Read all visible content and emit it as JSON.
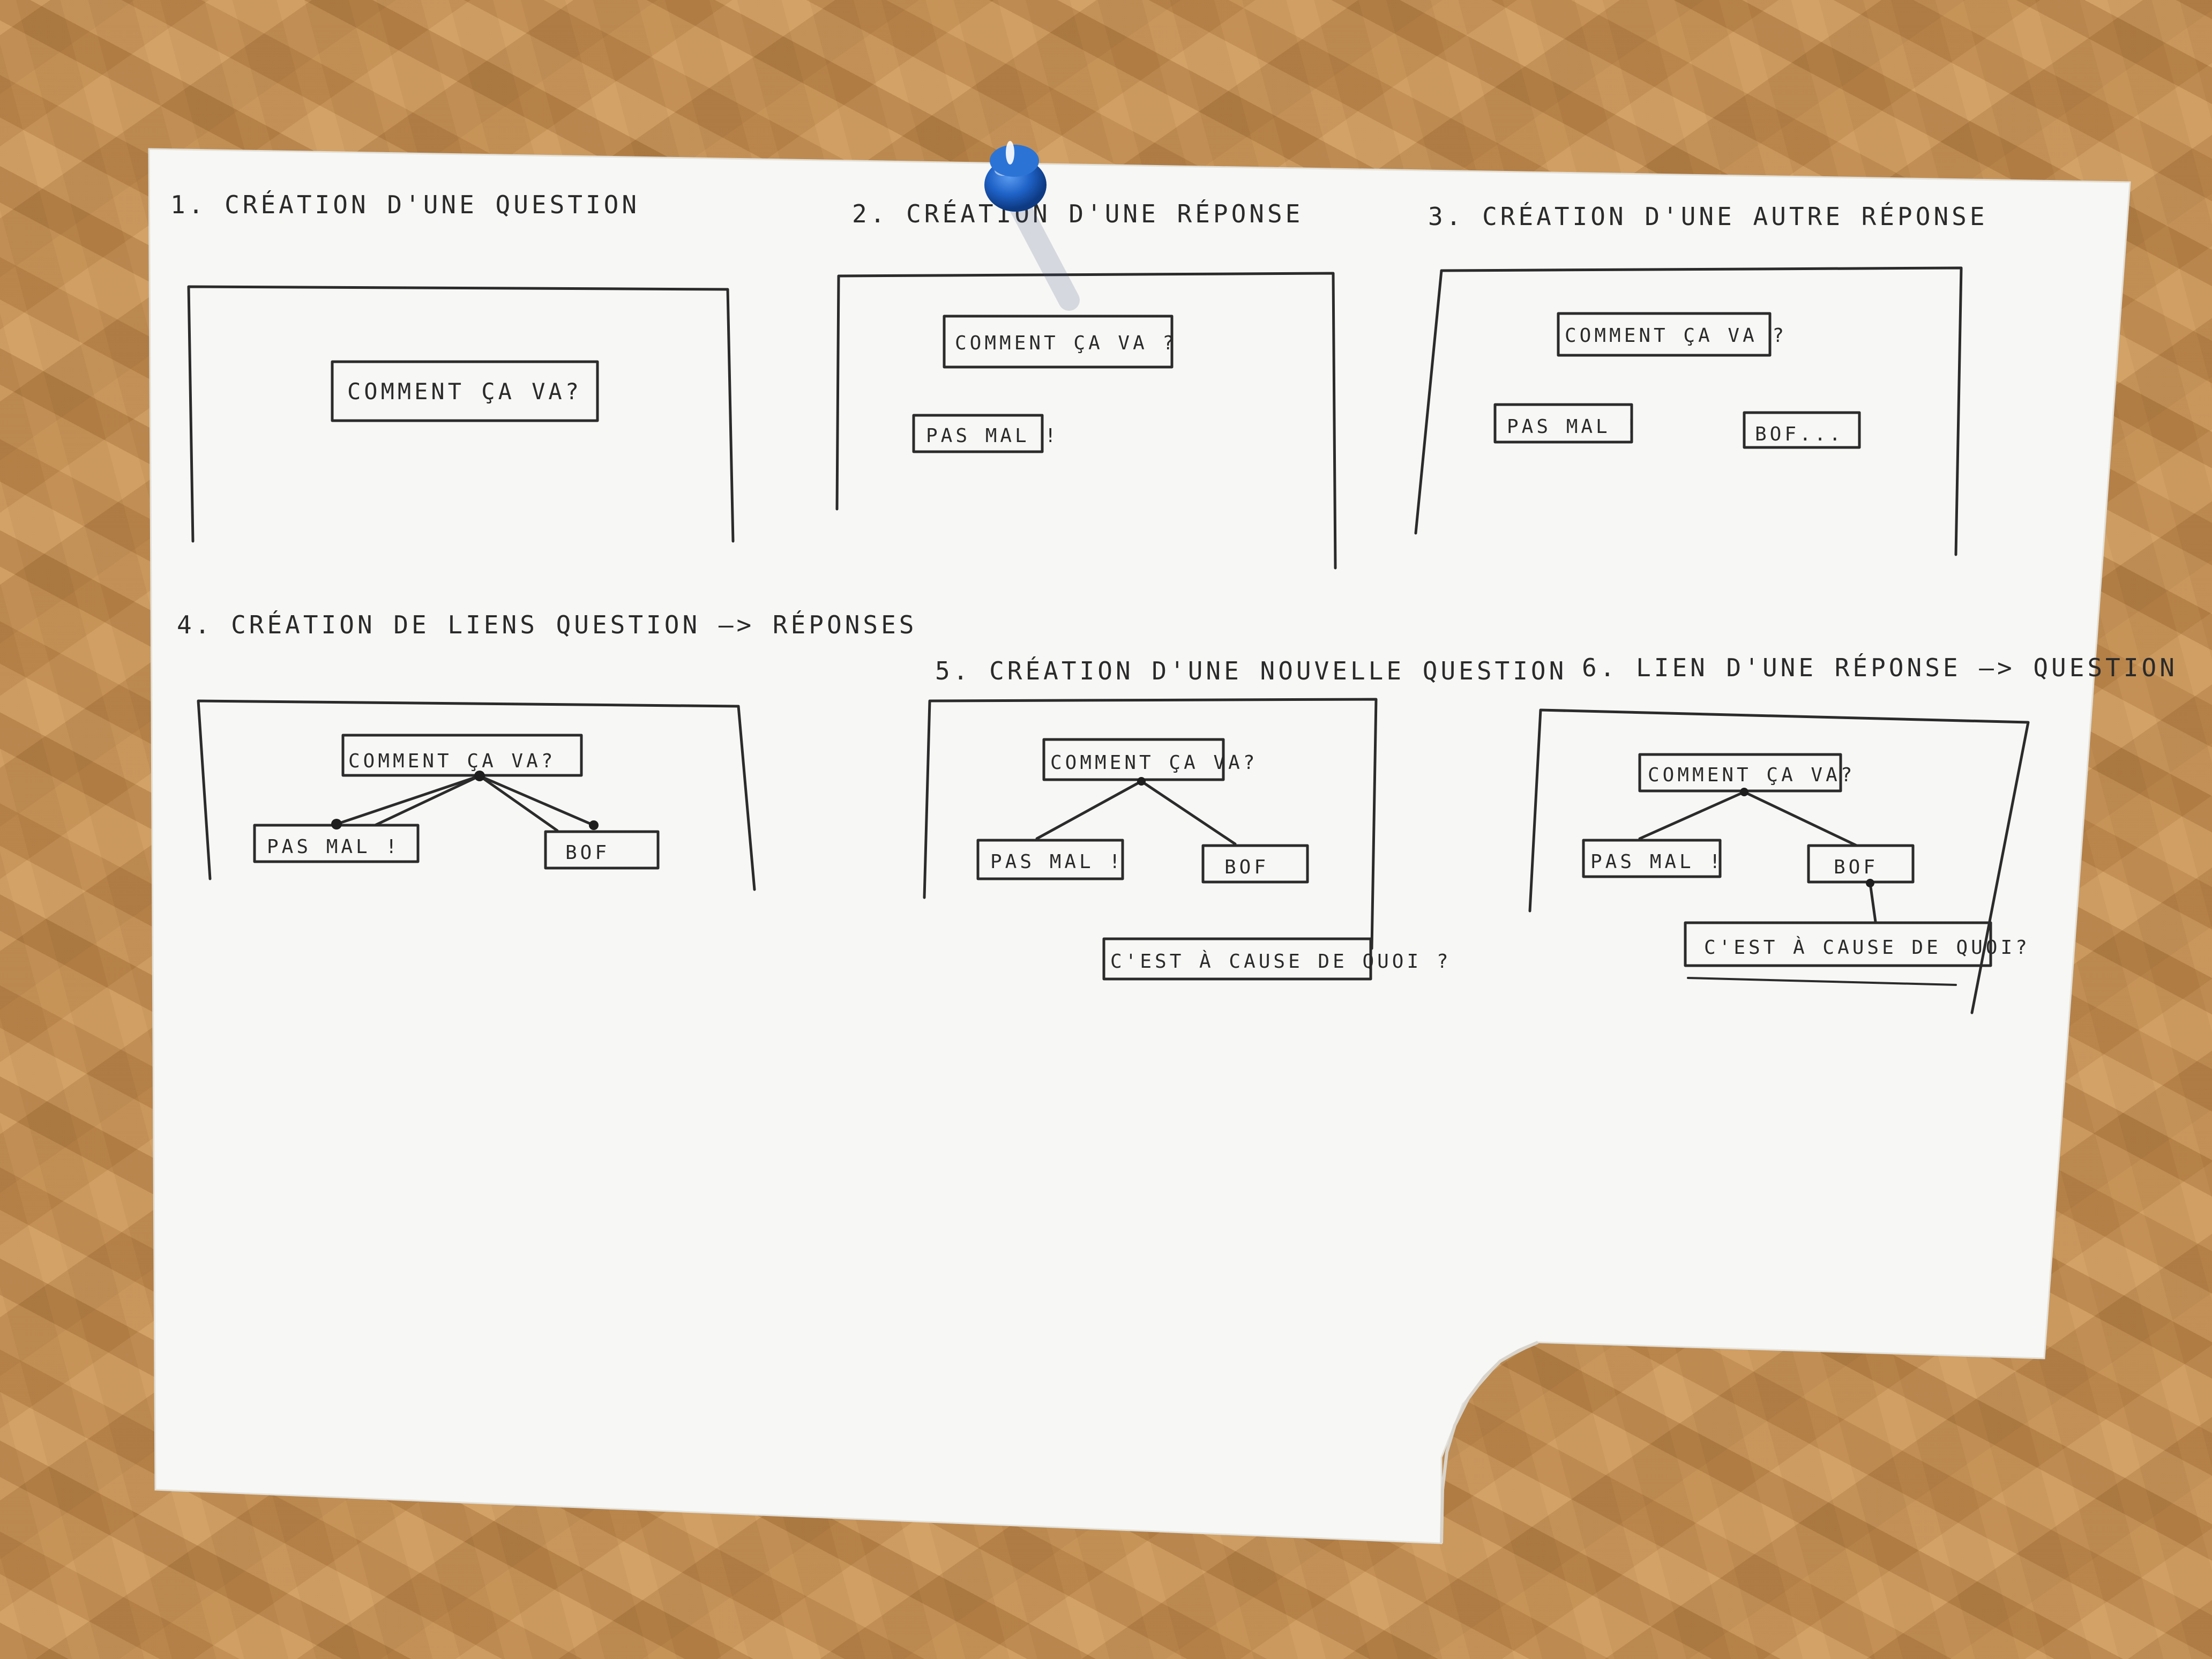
{
  "sketch": {
    "steps": [
      {
        "title": "1. CRÉATION D'UNE QUESTION",
        "nodes": [
          "COMMENT ÇA VA?"
        ]
      },
      {
        "title": "2. CRÉATION D'UNE RÉPONSE",
        "nodes": [
          "COMMENT ÇA VA ?",
          "PAS MAL !"
        ]
      },
      {
        "title": "3. CRÉATION D'UNE AUTRE RÉPONSE",
        "nodes": [
          "COMMENT ÇA VA ?",
          "PAS MAL !",
          "BOF..."
        ]
      },
      {
        "title": "4. CRÉATION DE LIENS QUESTION —> RÉPONSES",
        "nodes": [
          "COMMENT ÇA VA?",
          "PAS MAL !",
          "BOF"
        ]
      },
      {
        "title": "5. CRÉATION D'UNE NOUVELLE QUESTION",
        "nodes": [
          "COMMENT ÇA VA?",
          "PAS MAL !",
          "BOF",
          "C'EST À CAUSE DE QUOI ?"
        ]
      },
      {
        "title": "6. LIEN D'UNE RÉPONSE —> QUESTION",
        "nodes": [
          "COMMENT ÇA VA?",
          "PAS MAL !",
          "BOF",
          "C'EST À CAUSE DE QUOI?"
        ]
      }
    ]
  },
  "colors": {
    "paper": "#f7f7f5",
    "ink": "#2b2b2b",
    "pin": "#1f63c8",
    "board": "#c9955a"
  }
}
